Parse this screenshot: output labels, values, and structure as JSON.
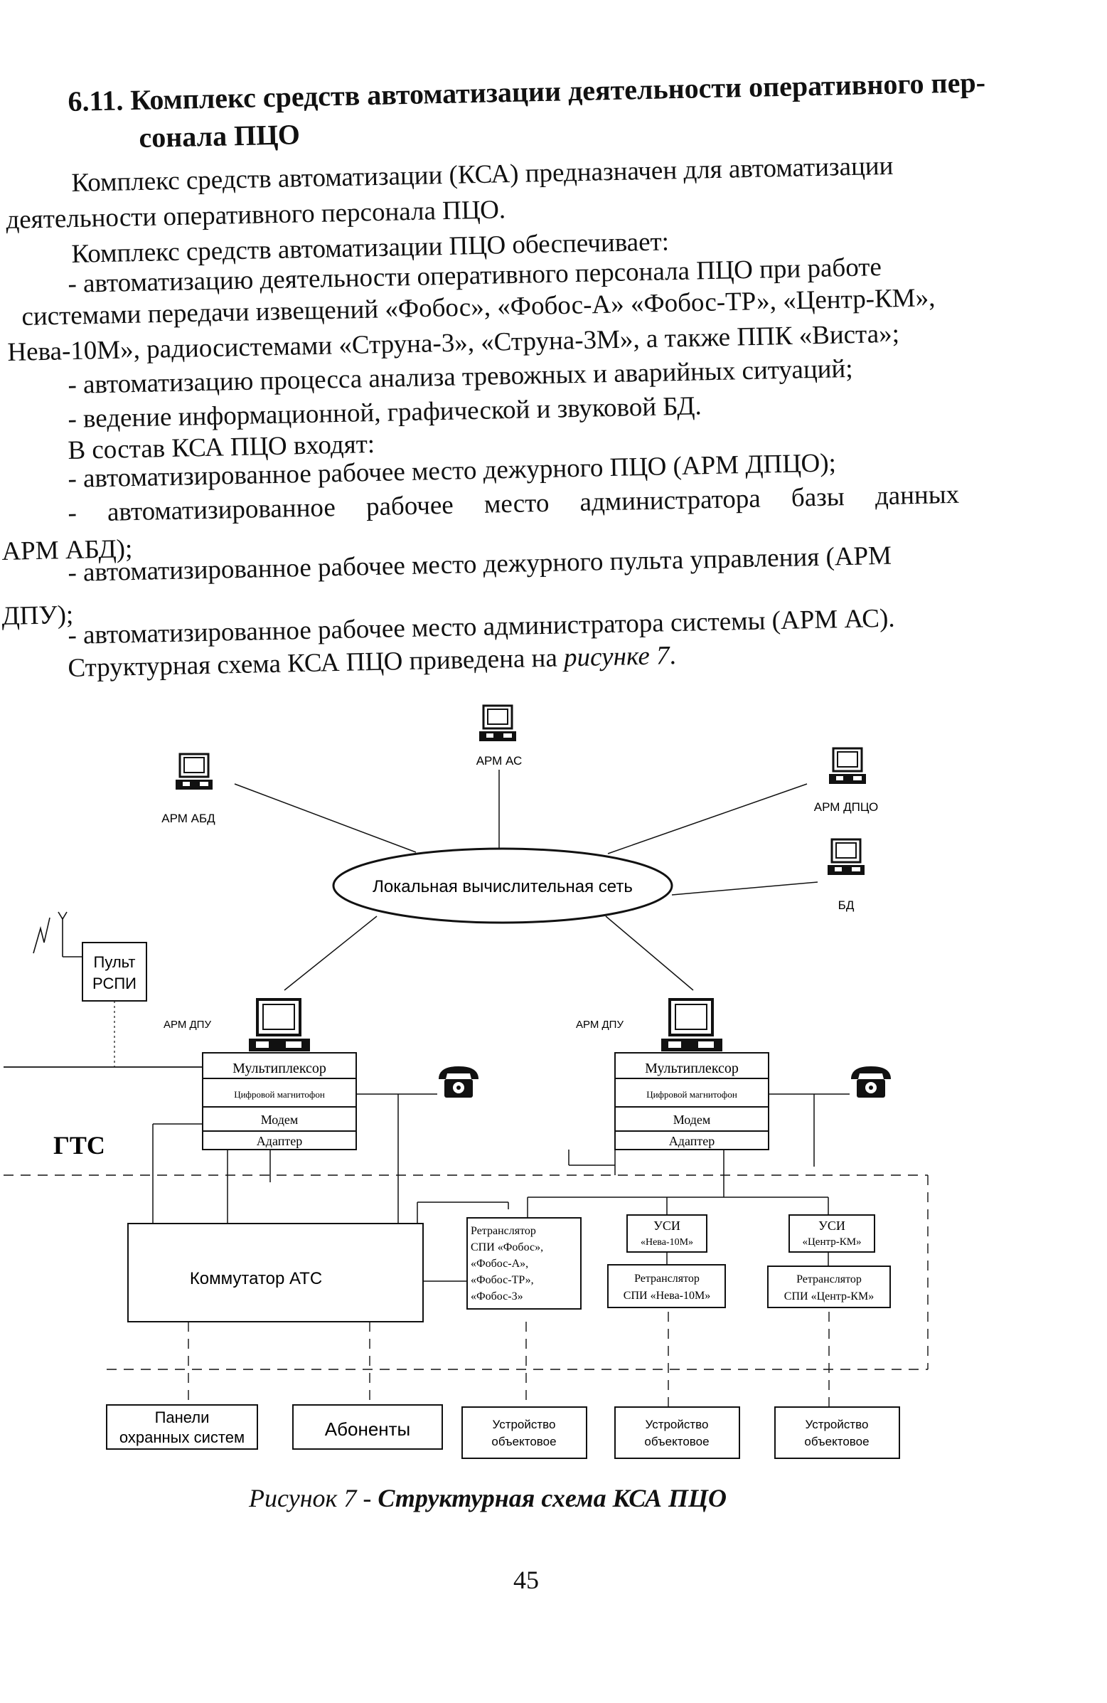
{
  "heading": {
    "line1": "6.11. Комплекс средств автоматизации деятельности оперативного пер-",
    "line2": "сонала ПЦО"
  },
  "body_lines": [
    "Комплекс средств автоматизации (КСА) предназначен для автоматизации",
    "деятельности оперативного персонала ПЦО.",
    "Комплекс средств автоматизации ПЦО обеспечивает:",
    "- автоматизацию деятельности оперативного персонала ПЦО при работе",
    "системами передачи извещений «Фобос», «Фобос-А» «Фобос-ТР», «Центр-КМ»,",
    "Нева-10М», радиосистемами «Струна-3», «Струна-3М», а также ППК «Виста»;",
    "- автоматизацию процесса анализа тревожных и аварийных ситуаций;",
    "- ведение информационной, графической и звуковой БД.",
    "В состав КСА ПЦО входят:",
    "- автоматизированное рабочее место дежурного ПЦО (АРМ ДПЦО);",
    "- автоматизированное рабочее место администратора базы данных",
    "АРМ АБД);",
    "- автоматизированное рабочее место дежурного пульта управления (АРМ",
    "ДПУ);",
    "- автоматизированное рабочее место администратора системы (АРМ АС)."
  ],
  "figure_ref": {
    "before": "Структурная схема КСА ПЦО приведена на ",
    "italic": "рисунке 7",
    "after": "."
  },
  "diagram": {
    "arm_as": "АРМ АС",
    "arm_abd": "АРМ АБД",
    "arm_dpco": "АРМ ДПЦО",
    "bd": "БД",
    "lan": "Локальная вычислительная сеть",
    "pult_line1": "Пульт",
    "pult_line2": "РСПИ",
    "arm_dpu_left": "АРМ ДПУ",
    "arm_dpu_right": "АРМ ДПУ",
    "mux": "Мультиплексор",
    "recorder": "Цифровой магнитофон",
    "modem": "Модем",
    "adapter": "Адаптер",
    "gts": "ГТС",
    "switch": "Коммутатор АТС",
    "retrans_fobos": [
      "Ретранслятор",
      "СПИ «Фобос»,",
      "«Фобос-А»,",
      "«Фобос-ТР»,",
      "«Фобос-3»"
    ],
    "usi_neva": [
      "УСИ",
      "«Нева-10М»"
    ],
    "usi_centr": [
      "УСИ",
      "«Центр-КМ»"
    ],
    "retrans_neva": [
      "Ретранслятор",
      "СПИ «Нева-10М»"
    ],
    "retrans_centr": [
      "Ретранслятор",
      "СПИ «Центр-КМ»"
    ],
    "panels": [
      "Панели",
      "охранных систем"
    ],
    "subscribers": "Абоненты",
    "device": [
      "Устройство",
      "объектовое"
    ]
  },
  "caption": {
    "prefix": "Рисунок 7 - ",
    "title": "Структурная схема КСА ПЦО"
  },
  "page_number": "45"
}
